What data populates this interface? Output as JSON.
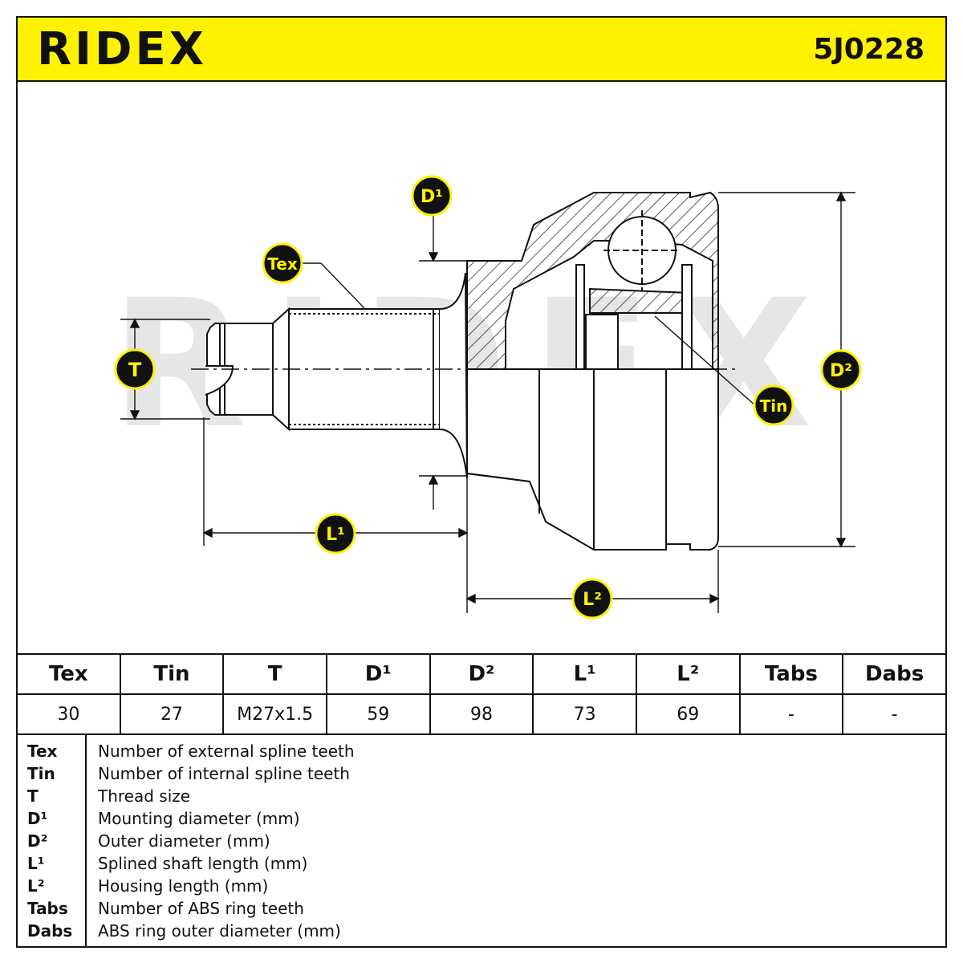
{
  "header": {
    "brand": "RIDEX",
    "part_number": "5J0228"
  },
  "diagram": {
    "watermark": "RIDEX",
    "labels": {
      "tex": "Tex",
      "tin": "Tin",
      "t": "T",
      "d1": "D¹",
      "d2": "D²",
      "l1": "L¹",
      "l2": "L²"
    }
  },
  "specs": {
    "headers": [
      "Tex",
      "Tin",
      "T",
      "D¹",
      "D²",
      "L¹",
      "L²",
      "Tabs",
      "Dabs"
    ],
    "values": [
      "30",
      "27",
      "M27x1.5",
      "59",
      "98",
      "73",
      "69",
      "-",
      "-"
    ]
  },
  "legend": [
    {
      "key": "Tex",
      "desc": "Number of external spline teeth"
    },
    {
      "key": "Tin",
      "desc": "Number of internal spline teeth"
    },
    {
      "key": "T",
      "desc": "Thread size"
    },
    {
      "key": "D¹",
      "desc": "Mounting diameter (mm)"
    },
    {
      "key": "D²",
      "desc": "Outer diameter (mm)"
    },
    {
      "key": "L¹",
      "desc": "Splined shaft length (mm)"
    },
    {
      "key": "L²",
      "desc": "Housing length (mm)"
    },
    {
      "key": "Tabs",
      "desc": "Number of ABS ring teeth"
    },
    {
      "key": "Dabs",
      "desc": "ABS ring outer diameter (mm)"
    }
  ],
  "colors": {
    "accent": "#fff200",
    "ink": "#111111"
  }
}
